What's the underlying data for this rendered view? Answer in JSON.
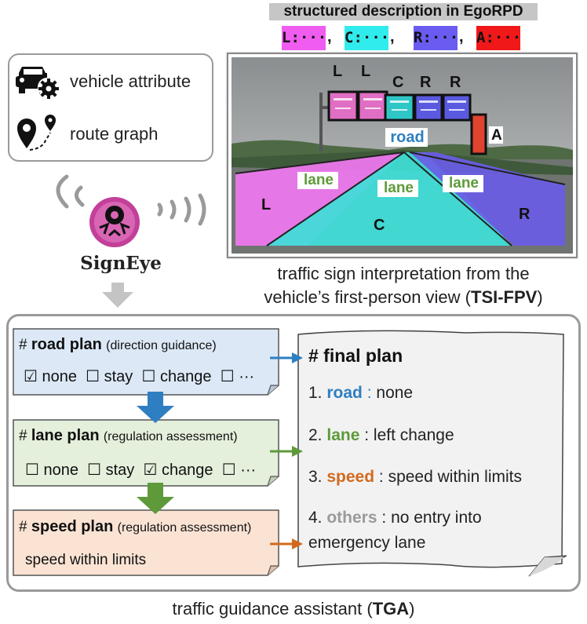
{
  "legend": {
    "title": "structured description in EgoRPD",
    "pills": [
      {
        "text": "L:···",
        "color": "#f05cf0"
      },
      {
        "text": "C:···",
        "color": "#30ecec"
      },
      {
        "text": "R:···",
        "color": "#6a5cf0"
      },
      {
        "text": "A:···",
        "color": "#f01818"
      }
    ],
    "separator": ","
  },
  "inputs": {
    "vehicle_attribute": "vehicle attribute",
    "route_graph": "route graph"
  },
  "tsi": {
    "sign_labels": [
      "L",
      "L",
      "C",
      "R",
      "R"
    ],
    "a_label": "A",
    "road_label": "road",
    "lane_label": "lane",
    "region_labels": {
      "left": "L",
      "center": "C",
      "right": "R"
    },
    "caption_line1": "traffic sign interpretation from the",
    "caption_line2": "vehicle’s first-person view (",
    "caption_bold": "TSI-FPV",
    "caption_end": ")"
  },
  "signeye": {
    "label": "SignEye"
  },
  "tga": {
    "road_plan": {
      "hash": "# ",
      "name": "road plan",
      "note": "(direction guidance)",
      "options": [
        {
          "box": "☑",
          "label": "none"
        },
        {
          "box": "☐",
          "label": "stay"
        },
        {
          "box": "☐",
          "label": "change"
        },
        {
          "box": "☐",
          "label": "···"
        }
      ]
    },
    "lane_plan": {
      "hash": "# ",
      "name": "lane plan",
      "note": "(regulation assessment)",
      "options": [
        {
          "box": "☐",
          "label": "none"
        },
        {
          "box": "☐",
          "label": "stay"
        },
        {
          "box": "☑",
          "label": "change"
        },
        {
          "box": "☐",
          "label": "···"
        }
      ]
    },
    "speed_plan": {
      "hash": "# ",
      "name": "speed plan",
      "note": "(regulation assessment)",
      "value": "speed within limits"
    },
    "final_plan": {
      "title": "# final plan",
      "items": [
        {
          "num": "1.",
          "key": "road",
          "sep": " : ",
          "value": "none",
          "color": "#2e7fc1"
        },
        {
          "num": "2.",
          "key": "lane",
          "sep": " : ",
          "value": "left change",
          "color": "#5e9a3a"
        },
        {
          "num": "3.",
          "key": "speed",
          "sep": " : ",
          "value": "speed within limits",
          "color": "#d2691e"
        },
        {
          "num": "4.",
          "key": "others",
          "sep": " : ",
          "value": "no entry into",
          "value2": "emergency lane",
          "color": "#9a9a9a"
        }
      ]
    },
    "caption": "traffic guidance assistant (",
    "caption_bold": "TGA",
    "caption_end": ")"
  },
  "colors": {
    "road_plan_bg": "#dce8f6",
    "lane_plan_bg": "#e4efdc",
    "speed_plan_bg": "#fbe3d4",
    "final_bg": "#f2f2f2",
    "arrow_blue": "#2e7fc1",
    "arrow_green": "#5e9a3a",
    "arrow_orange": "#d2691e",
    "arrow_gray": "#c4c4c4",
    "signeye": "#c2409a"
  }
}
